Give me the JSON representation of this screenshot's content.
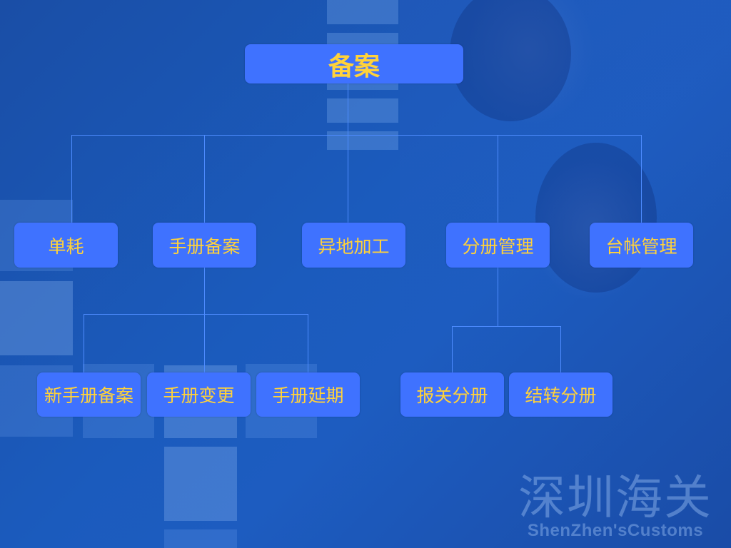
{
  "diagram": {
    "root": {
      "label": "备案"
    },
    "level1": [
      {
        "id": "danhao",
        "label": "单耗"
      },
      {
        "id": "shouce-beian",
        "label": "手册备案"
      },
      {
        "id": "yidi-jiagong",
        "label": "异地加工"
      },
      {
        "id": "fence-guanli",
        "label": "分册管理"
      },
      {
        "id": "taizhang-guanli",
        "label": "台帐管理"
      }
    ],
    "level2": [
      {
        "id": "xin-shouce-beian",
        "label": "新手册备案",
        "parent": "shouce-beian"
      },
      {
        "id": "shouce-biangeng",
        "label": "手册变更",
        "parent": "shouce-beian"
      },
      {
        "id": "shouce-yanqi",
        "label": "手册延期",
        "parent": "shouce-beian"
      },
      {
        "id": "baoguan-fence",
        "label": "报关分册",
        "parent": "fence-guanli"
      },
      {
        "id": "jiezhuan-fence",
        "label": "结转分册",
        "parent": "fence-guanli"
      }
    ]
  },
  "watermark": {
    "chinese": "深圳海关",
    "english": "ShenZhen'sCustoms"
  },
  "colors": {
    "node_fill": "#3f72ff",
    "node_text": "#ffd23a",
    "connector": "#4e8cff",
    "background": "#1b55b4"
  }
}
